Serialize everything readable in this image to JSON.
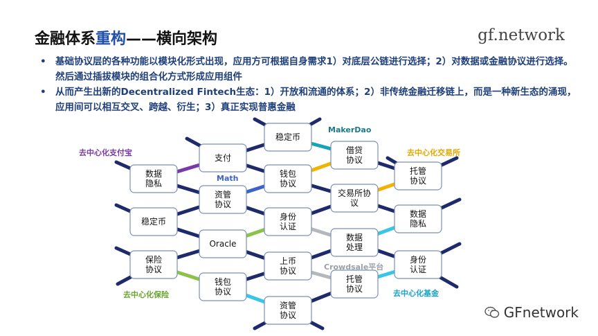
{
  "header": {
    "title_prefix": "金融体系",
    "title_accent": "重构",
    "title_suffix": "——横向架构",
    "logo_brand": "gf",
    "logo_dot": ".",
    "logo_rest": "network"
  },
  "bullets": [
    "基础协议层的各种功能以模块化形式出现，应用方可根据自身需求1）对底层公链进行选择；2）对数据或金融协议进行选择。然后通过插拔模块的组合化方式形成应用组件",
    "从而产生出新的Decentralized Fintech生态：1）开放和流通的体系；2）非传统金融迁移链上，而是一种新生态的涌现，应用间可以相互交叉、跨越、衍生；3）真正实现普惠金融"
  ],
  "diagram": {
    "nodes": [
      {
        "id": "n1",
        "lines": [
          "稳定币"
        ]
      },
      {
        "id": "n2",
        "lines": [
          "支付"
        ]
      },
      {
        "id": "n3",
        "lines": [
          "借贷",
          "协议"
        ]
      },
      {
        "id": "n4",
        "lines": [
          "数据",
          "隐私"
        ]
      },
      {
        "id": "n5",
        "lines": [
          "钱包",
          "协议"
        ]
      },
      {
        "id": "n6",
        "lines": [
          "托管",
          "协议"
        ]
      },
      {
        "id": "n7",
        "lines": [
          "资管",
          "协议"
        ]
      },
      {
        "id": "n8",
        "lines": [
          "交易所协",
          "议"
        ]
      },
      {
        "id": "n9",
        "lines": [
          "稳定币"
        ]
      },
      {
        "id": "n10",
        "lines": [
          "身份",
          "认证"
        ]
      },
      {
        "id": "n11",
        "lines": [
          "数据",
          "隐私"
        ]
      },
      {
        "id": "n12",
        "lines": [
          "Oracle"
        ]
      },
      {
        "id": "n13",
        "lines": [
          "数据",
          "处理"
        ]
      },
      {
        "id": "n14",
        "lines": [
          "保险",
          "协议"
        ]
      },
      {
        "id": "n15",
        "lines": [
          "上币",
          "协议"
        ]
      },
      {
        "id": "n16",
        "lines": [
          "身份",
          "认证"
        ]
      },
      {
        "id": "n17",
        "lines": [
          "钱包",
          "协议"
        ]
      },
      {
        "id": "n18",
        "lines": [
          "托管",
          "协议"
        ]
      },
      {
        "id": "n19",
        "lines": [
          "资管",
          "协议"
        ]
      }
    ],
    "labels": {
      "alipay": "去中心化支付宝",
      "math": "Math",
      "makerdao": "MakerDao",
      "exchange": "去中心化交易所",
      "insurance": "去中心化保险",
      "crowdsale": "Crowdsale平台",
      "fund": "去中心化基金"
    },
    "colors": {
      "purple": "#7a3aa6",
      "blue": "#3d63c9",
      "teal": "#1aa3b8",
      "yellow": "#f2b200",
      "green": "#8bc34a",
      "gray": "#b4b8bd",
      "cyan": "#39c6e6",
      "navy": "#1f2a6b"
    }
  },
  "watermark": {
    "text": "GFnetwork",
    "icon": "wechat-icon"
  }
}
